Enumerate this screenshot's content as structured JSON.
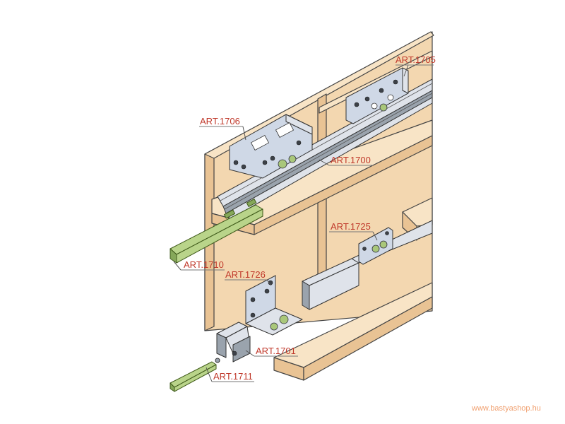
{
  "labels": {
    "art_1705": "ART.1705",
    "art_1706": "ART.1706",
    "art_1700": "ART.1700",
    "art_1725": "ART.1725",
    "art_1710": "ART.1710",
    "art_1726": "ART.1726",
    "art_1701": "ART.1701",
    "art_1711": "ART.1711"
  },
  "watermark": "www.bastyashop.hu",
  "colors": {
    "label": "#c0392b",
    "wood": "#f3d7b0",
    "metal": "#dfe3ea",
    "green_part": "#b9d48a",
    "watermark": "#f0a070"
  }
}
